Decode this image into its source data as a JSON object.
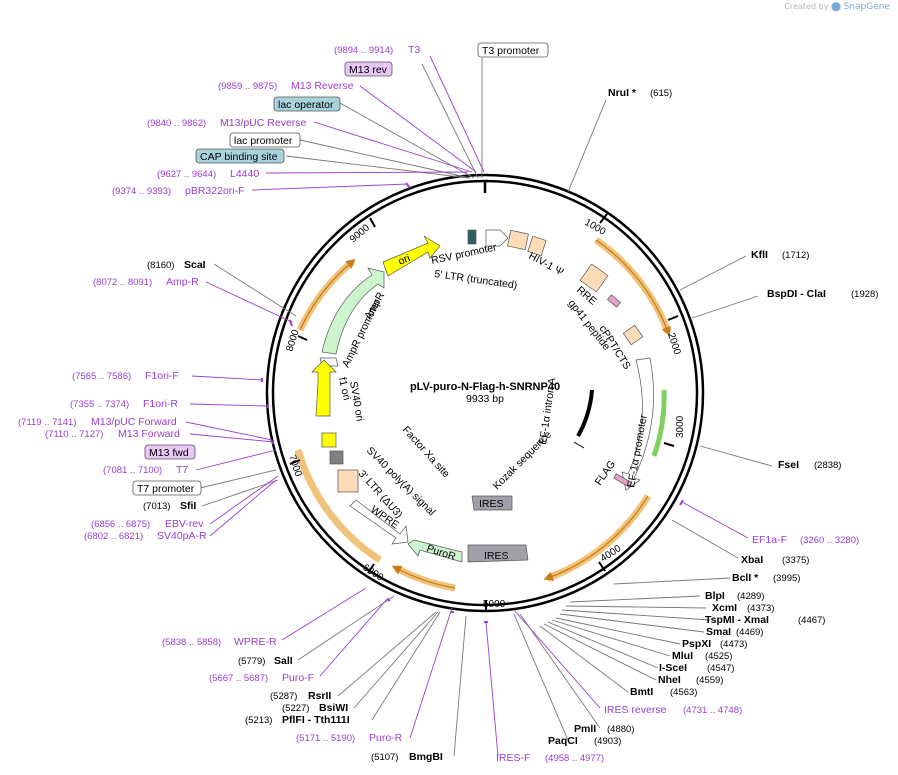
{
  "brand": {
    "created_by": "Created by",
    "product": "SnapGene"
  },
  "plasmid": {
    "name": "pLV-puro-N-Flag-h-SNRNP40",
    "length": "9933 bp"
  },
  "colors": {
    "primer": "#9a3ed0",
    "cutsite": "#444444",
    "feature_arrow_orange": "#f0c27a",
    "feature_green": "#cdf5cd",
    "feature_yellow": "#ffff00",
    "feature_gray": "#a0a0a8",
    "feature_tan": "#ffdcb8",
    "boxed_primer_fill": "#e9c6f5",
    "boxed_feature_fill": "#a8d2dc"
  },
  "enzymes": [
    {
      "name": "NruI *",
      "pos": "(615)"
    },
    {
      "name": "KflI",
      "pos": "(1712)"
    },
    {
      "name": "BspDI - ClaI",
      "pos": "(1928)"
    },
    {
      "name": "FseI",
      "pos": "(2838)"
    },
    {
      "name": "XbaI",
      "pos": "(3375)"
    },
    {
      "name": "BclI *",
      "pos": "(3995)"
    },
    {
      "name": "BlpI",
      "pos": "(4289)"
    },
    {
      "name": "XcmI",
      "pos": "(4373)"
    },
    {
      "name": "TspMI - XmaI",
      "pos": "(4467)"
    },
    {
      "name": "SmaI",
      "pos": "(4469)"
    },
    {
      "name": "PspXI",
      "pos": "(4473)"
    },
    {
      "name": "MluI",
      "pos": "(4525)"
    },
    {
      "name": "I-SceI",
      "pos": "(4547)"
    },
    {
      "name": "NheI",
      "pos": "(4559)"
    },
    {
      "name": "BmtI",
      "pos": "(4563)"
    },
    {
      "name": "PmlI",
      "pos": "(4880)"
    },
    {
      "name": "PaqCI",
      "pos": "(4903)"
    },
    {
      "name": "BmgBI",
      "pos": "(5107)"
    },
    {
      "name": "PflFI - Tth111I",
      "pos": "(5213)"
    },
    {
      "name": "BsiWI",
      "pos": "(5227)"
    },
    {
      "name": "RsrII",
      "pos": "(5287)"
    },
    {
      "name": "SalI",
      "pos": "(5779)"
    },
    {
      "name": "SfiI",
      "pos": "(7013)"
    },
    {
      "name": "ScaI",
      "pos": "(8160)"
    }
  ],
  "primers": [
    {
      "name": "T3",
      "pos": "(9894 .. 9914)"
    },
    {
      "name": "M13 Reverse",
      "pos": "(9859 .. 9875)"
    },
    {
      "name": "M13/pUC Reverse",
      "pos": "(9840 .. 9862)"
    },
    {
      "name": "L4440",
      "pos": "(9627 .. 9644)"
    },
    {
      "name": "pBR322ori-F",
      "pos": "(9374 .. 9393)"
    },
    {
      "name": "Amp-R",
      "pos": "(8072 .. 8091)"
    },
    {
      "name": "F1ori-F",
      "pos": "(7565 .. 7586)"
    },
    {
      "name": "F1ori-R",
      "pos": "(7355 .. 7374)"
    },
    {
      "name": "M13/pUC Forward",
      "pos": "(7119 .. 7141)"
    },
    {
      "name": "M13 Forward",
      "pos": "(7110 .. 7127)"
    },
    {
      "name": "T7",
      "pos": "(7081 .. 7100)"
    },
    {
      "name": "EBV-rev",
      "pos": "(6856 .. 6875)"
    },
    {
      "name": "SV40pA-R",
      "pos": "(6802 .. 6821)"
    },
    {
      "name": "WPRE-R",
      "pos": "(5838 .. 5858)"
    },
    {
      "name": "Puro-F",
      "pos": "(5667 .. 5687)"
    },
    {
      "name": "Puro-R",
      "pos": "(5171 .. 5190)"
    },
    {
      "name": "IRES-F",
      "pos": "(4958 .. 4977)"
    },
    {
      "name": "IRES reverse",
      "pos": "(4731 .. 4748)"
    },
    {
      "name": "EF1a-F",
      "pos": "(3260 .. 3280)"
    }
  ],
  "boxed_labels": [
    {
      "text": "T3 promoter"
    },
    {
      "text": "M13 rev"
    },
    {
      "text": "lac operator"
    },
    {
      "text": "lac promoter"
    },
    {
      "text": "CAP binding site"
    },
    {
      "text": "M13 fwd"
    },
    {
      "text": "T7 promoter"
    }
  ],
  "features": [
    {
      "text": "RSV promoter"
    },
    {
      "text": "5' LTR (truncated)"
    },
    {
      "text": "HIV-1 Ψ"
    },
    {
      "text": "RRE"
    },
    {
      "text": "gp41 peptide"
    },
    {
      "text": "cPPT/CTS"
    },
    {
      "text": "EF-1α promoter"
    },
    {
      "text": "EF-1α intron A"
    },
    {
      "text": "Kozak sequence"
    },
    {
      "text": "FLAG"
    },
    {
      "text": "IRES"
    },
    {
      "text": "IRES"
    },
    {
      "text": "PuroR"
    },
    {
      "text": "WPRE"
    },
    {
      "text": "3' LTR (ΔU3)"
    },
    {
      "text": "SV40 poly(A) signal"
    },
    {
      "text": "Factor Xa site"
    },
    {
      "text": "SV40 ori"
    },
    {
      "text": "f1 ori"
    },
    {
      "text": "AmpR promoter"
    },
    {
      "text": "AmpR"
    },
    {
      "text": "ori"
    }
  ],
  "ticks": [
    "1000",
    "2000",
    "3000",
    "4000",
    "5000",
    "6000",
    "7000",
    "8000",
    "9000"
  ]
}
